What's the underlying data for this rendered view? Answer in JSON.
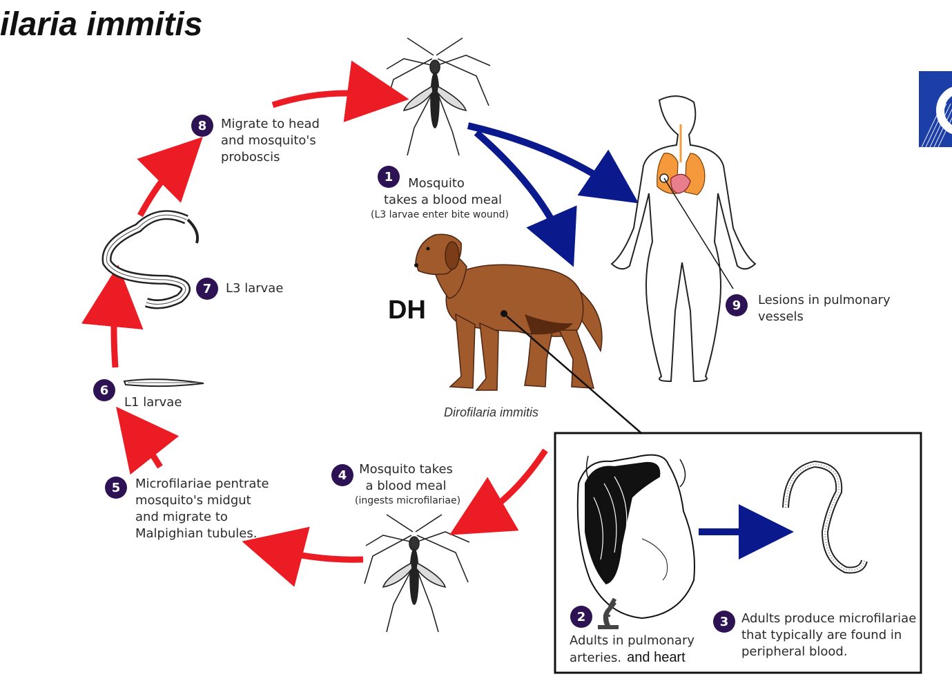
{
  "title": "ilaria immitis",
  "colors": {
    "red_arrow": "#ec1c24",
    "blue_arrow": "#0a1a8c",
    "step_badge": "#2d1254",
    "dog": "#a05a2c",
    "lungs": "#f59a3c",
    "heart": "#e87d8c"
  },
  "host_label": "DH",
  "species_label": "Dirofilaria immitis",
  "steps": [
    {
      "num": "1",
      "lines": [
        "Mosquito",
        "takes a blood meal"
      ],
      "note": "(L3 larvae enter bite wound)"
    },
    {
      "num": "2",
      "lines": [
        "Adults in pulmonary",
        "arteries."
      ],
      "extra": "and heart"
    },
    {
      "num": "3",
      "lines": [
        "Adults produce microfilariae",
        "that typically are found in",
        "peripheral blood."
      ]
    },
    {
      "num": "4",
      "lines": [
        "Mosquito takes",
        "a blood meal"
      ],
      "note": "(ingests microfilariae)"
    },
    {
      "num": "5",
      "lines": [
        "Microfilariae pentrate",
        "mosquito's midgut",
        "and migrate to",
        "Malpighian tubules."
      ]
    },
    {
      "num": "6",
      "lines": [
        "L1 larvae"
      ]
    },
    {
      "num": "7",
      "lines": [
        "L3 larvae"
      ]
    },
    {
      "num": "8",
      "lines": [
        "Migrate to head",
        "and mosquito's",
        "proboscis"
      ]
    },
    {
      "num": "9",
      "lines": [
        "Lesions in pulmonary",
        "vessels"
      ]
    }
  ],
  "icons": [
    "mosquito-icon",
    "dog-icon",
    "human-icon",
    "heart-icon",
    "worm-icon",
    "microscope-icon",
    "cdc-logo-icon"
  ]
}
